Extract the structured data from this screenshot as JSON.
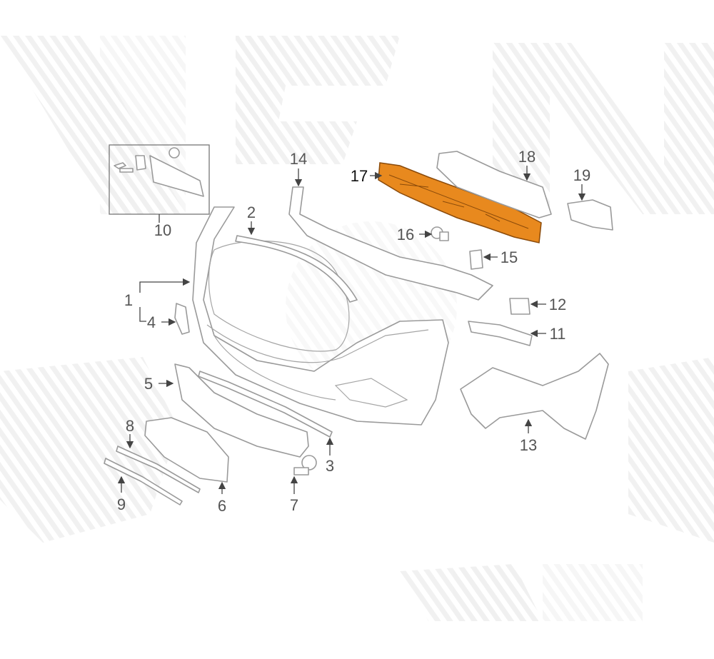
{
  "diagram": {
    "highlight_color": "#e8891e",
    "highlighted_part": "17",
    "callouts": {
      "c1": "1",
      "c2": "2",
      "c3": "3",
      "c4": "4",
      "c5": "5",
      "c6": "6",
      "c7": "7",
      "c8": "8",
      "c9": "9",
      "c10": "10",
      "c11": "11",
      "c12": "12",
      "c13": "13",
      "c14": "14",
      "c15": "15",
      "c16": "16",
      "c17": "17",
      "c18": "18",
      "c19": "19"
    }
  }
}
